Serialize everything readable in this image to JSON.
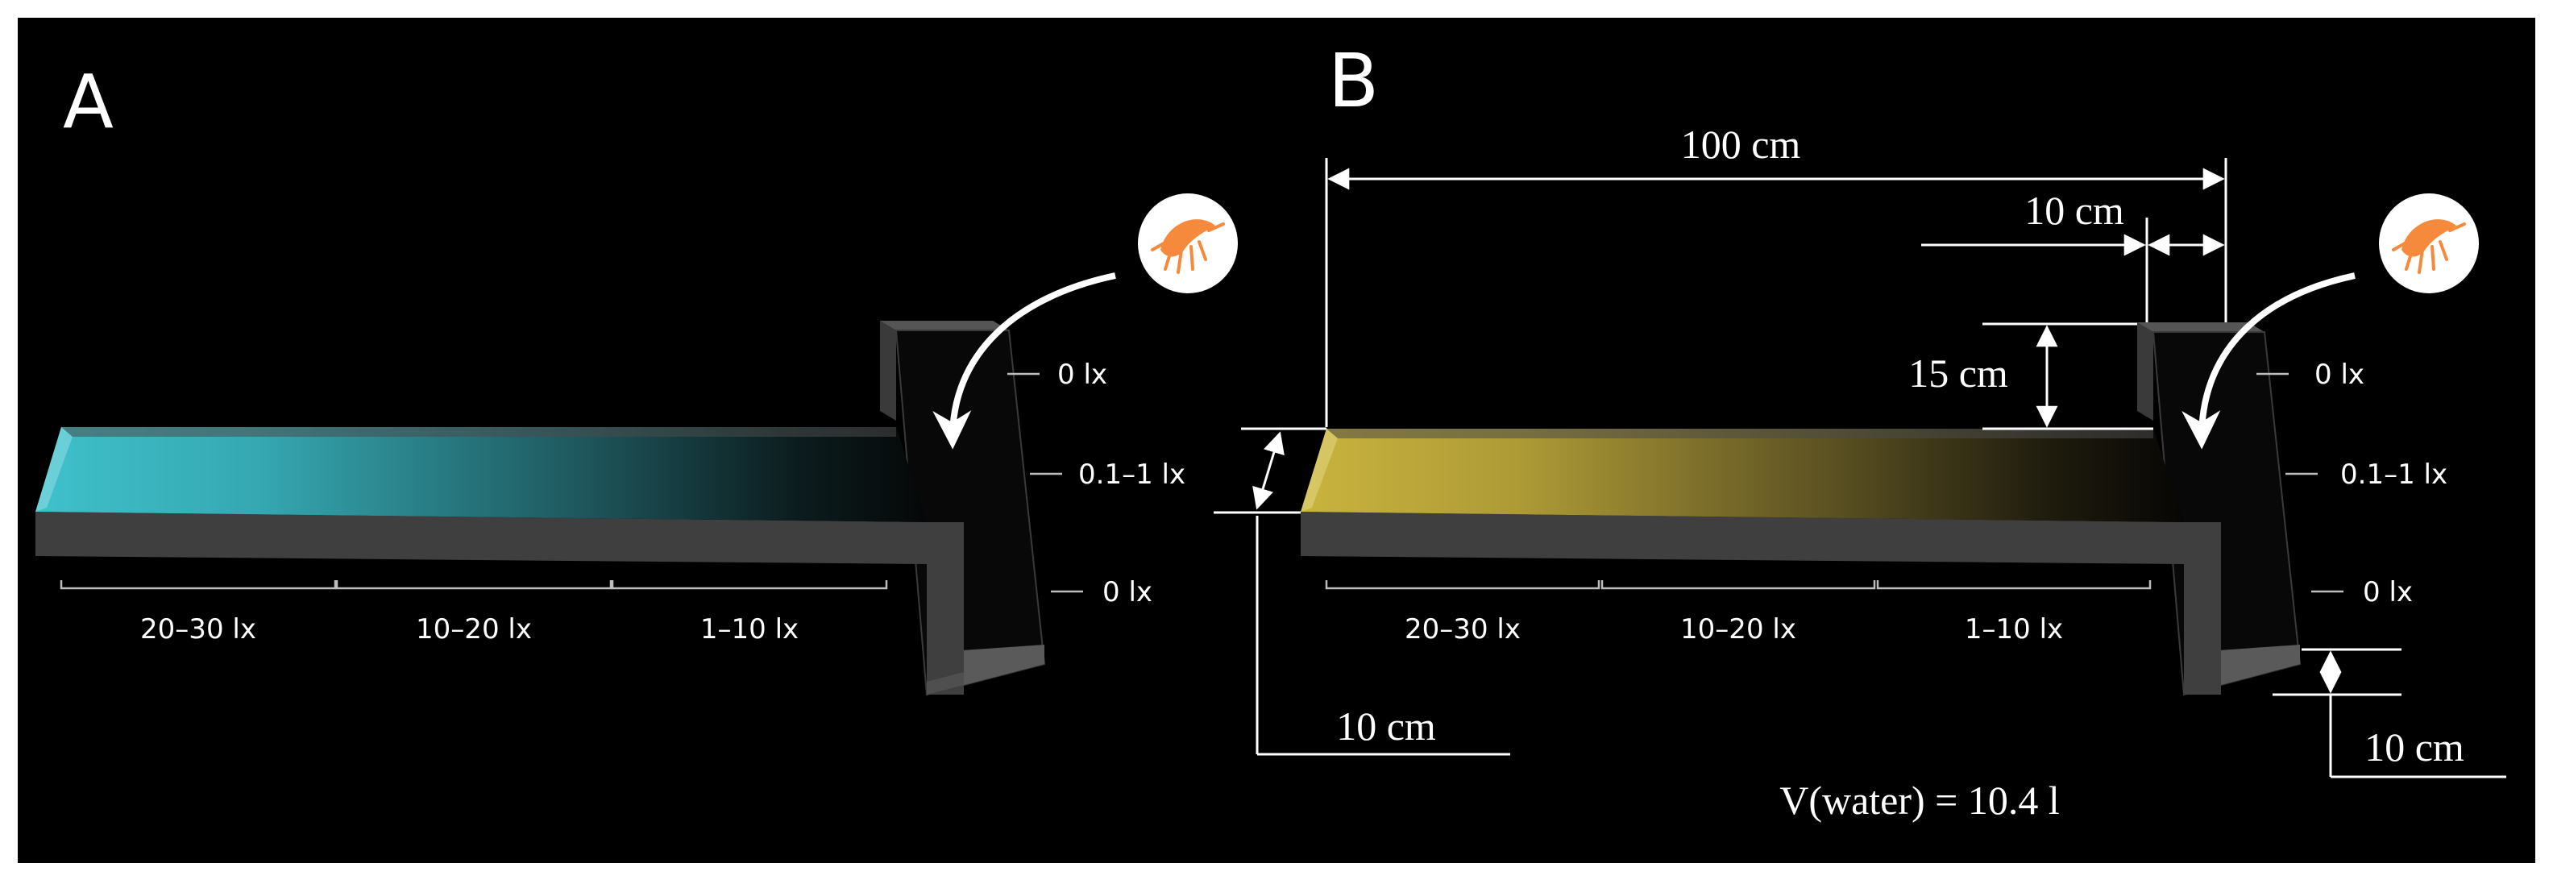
{
  "panels": [
    {
      "label": "A",
      "accent_color": "#3fc1cb",
      "zone_labels": [
        "20–30 lx",
        "10–20 lx",
        "1–10 lx"
      ],
      "arm_labels": [
        "0 lx",
        "0.1–1 lx",
        "0 lx"
      ]
    },
    {
      "label": "B",
      "accent_color": "#c9b43e",
      "zone_labels": [
        "20–30 lx",
        "10–20 lx",
        "1–10 lx"
      ],
      "arm_labels": [
        "0 lx",
        "0.1–1 lx",
        "0 lx"
      ],
      "dimensions": {
        "length": "100 cm",
        "arm_width": "10 cm",
        "arm_extension": "15 cm",
        "channel_width": "10 cm",
        "depth": "10 cm"
      },
      "water_volume": "V(water) = 10.4 l"
    }
  ],
  "icons": [
    "amphipod-icon",
    "curved-arrow-icon"
  ],
  "colors": {
    "background": "#000000",
    "frame": "#ffffff",
    "channel_wall": "#3f3f3f"
  }
}
